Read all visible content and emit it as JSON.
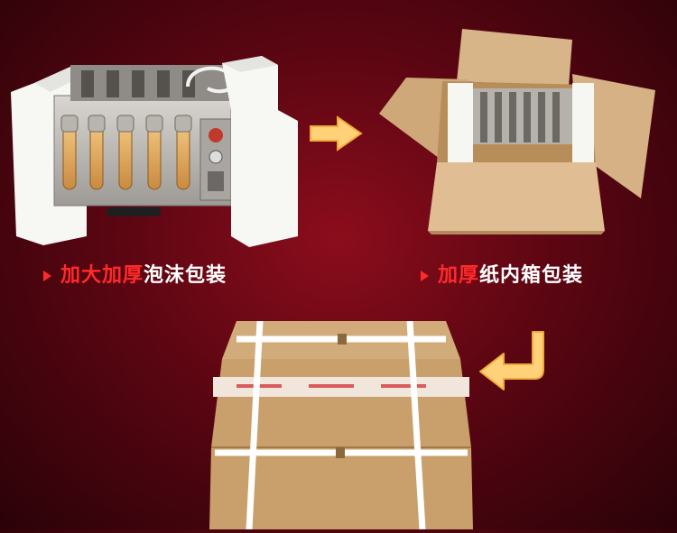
{
  "captions": {
    "foam": {
      "highlight": "加大加厚",
      "rest": "泡沫包装"
    },
    "box": {
      "highlight": "加厚",
      "rest": "纸内箱包装"
    }
  },
  "colors": {
    "background": "#6a0814",
    "highlight": "#ff2a2a",
    "caption_text": "#ffffff",
    "arrow": "#ffcf66",
    "cardboard": "#c99f6c"
  },
  "icons": {
    "arrow_right": "arrow-right-icon",
    "arrow_hook": "arrow-hook-left-icon"
  }
}
